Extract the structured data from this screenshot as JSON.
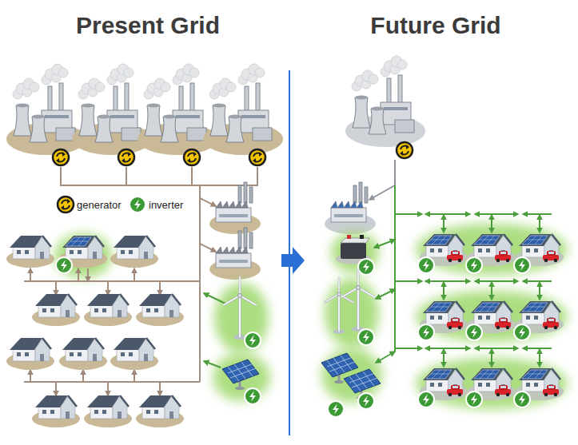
{
  "diagram": {
    "labels": [
      "Present Grid",
      "Future Grid"
    ],
    "legend": [
      {
        "text": "generator"
      },
      {
        "text": "inverter"
      }
    ]
  }
}
